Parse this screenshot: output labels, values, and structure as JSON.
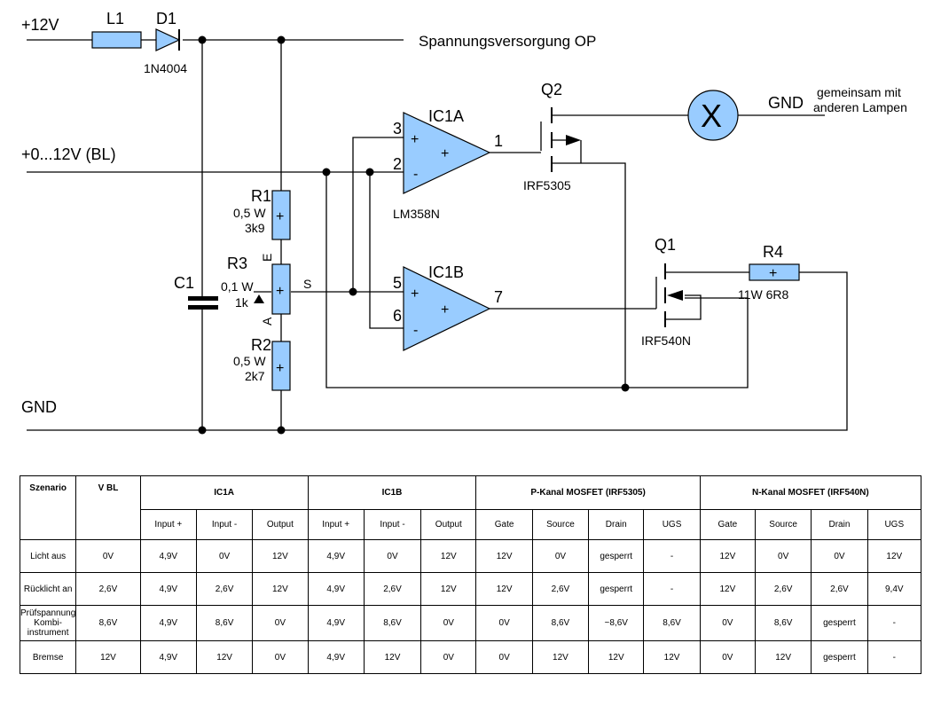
{
  "schematic": {
    "supply_label": "+12V",
    "bl_label": "+0...12V (BL)",
    "gnd_label": "GND",
    "l1": "L1",
    "d1": "D1",
    "d1_part": "1N4004",
    "op_supply": "Spannungsversorgung OP",
    "q2": "Q2",
    "q2_part": "IRF5305",
    "lamp_symbol": "X",
    "lamp_gnd": "GND",
    "lamp_note_1": "gemeinsam mit",
    "lamp_note_2": "anderen Lampen",
    "ic1a": "IC1A",
    "ic1a_part": "LM358N",
    "ic1b": "IC1B",
    "pin_3": "3",
    "pin_2": "2",
    "pin_1": "1",
    "pin_5": "5",
    "pin_6": "6",
    "pin_7": "7",
    "plus": "+",
    "minus": "-",
    "r1": "R1",
    "r1_power": "0,5 W",
    "r1_value": "3k9",
    "r3": "R3",
    "r3_power": "0,1 W",
    "r3_value": "1k",
    "r3_e": "E",
    "r3_a": "A",
    "r3_s": "S",
    "r2": "R2",
    "r2_power": "0,5 W",
    "r2_value": "2k7",
    "c1": "C1",
    "q1": "Q1",
    "q1_part": "IRF540N",
    "r4": "R4",
    "r4_value": "11W 6R8"
  },
  "table": {
    "groups": [
      "Szenario",
      "V BL",
      "IC1A",
      "IC1B",
      "P-Kanal MOSFET (IRF5305)",
      "N-Kanal MOSFET (IRF540N)"
    ],
    "subheaders": [
      "Input +",
      "Input -",
      "Output",
      "Input +",
      "Input -",
      "Output",
      "Gate",
      "Source",
      "Drain",
      "UGS",
      "Gate",
      "Source",
      "Drain",
      "UGS"
    ],
    "rows": [
      [
        "Licht aus",
        "0V",
        "4,9V",
        "0V",
        "12V",
        "4,9V",
        "0V",
        "12V",
        "12V",
        "0V",
        "gesperrt",
        "-",
        "12V",
        "0V",
        "0V",
        "12V"
      ],
      [
        "Rücklicht an",
        "2,6V",
        "4,9V",
        "2,6V",
        "12V",
        "4,9V",
        "2,6V",
        "12V",
        "12V",
        "2,6V",
        "gesperrt",
        "-",
        "12V",
        "2,6V",
        "2,6V",
        "9,4V"
      ],
      [
        "Prüfspannung Kombi-instrument",
        "8,6V",
        "4,9V",
        "8,6V",
        "0V",
        "4,9V",
        "8,6V",
        "0V",
        "0V",
        "8,6V",
        "~8,6V",
        "8,6V",
        "0V",
        "8,6V",
        "gesperrt",
        "-"
      ],
      [
        "Bremse",
        "12V",
        "4,9V",
        "12V",
        "0V",
        "4,9V",
        "12V",
        "0V",
        "0V",
        "12V",
        "12V",
        "12V",
        "0V",
        "12V",
        "gesperrt",
        "-"
      ]
    ]
  }
}
